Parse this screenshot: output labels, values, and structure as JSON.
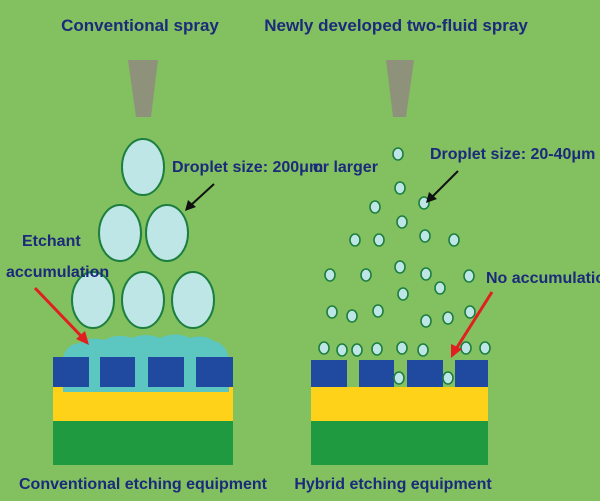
{
  "colors": {
    "background": "#82c060",
    "label_text": "#1b2a7a",
    "nozzle": "#8f927a",
    "droplet_fill": "#bfe6e6",
    "droplet_stroke": "#1c7f3f",
    "mask_blue": "#1f4aa0",
    "etchant": "#5cc6c0",
    "yellow_layer": "#ffd21a",
    "green_layer": "#1f9a40",
    "arrow_red": "#e02020",
    "arrow_black": "#111111"
  },
  "left_panel": {
    "title": "Conventional spray",
    "droplet_label": "Droplet size: 200μm",
    "droplet_label_suffix": "or larger",
    "accumulation_label_line1": "Etchant",
    "accumulation_label_line2": "accumulation",
    "caption": "Conventional etching equipment"
  },
  "right_panel": {
    "title": "Newly developed two-fluid spray",
    "droplet_label": "Droplet size: 20-40μm",
    "no_accumulation_label": "No accumulation",
    "caption": "Hybrid etching equipment"
  }
}
